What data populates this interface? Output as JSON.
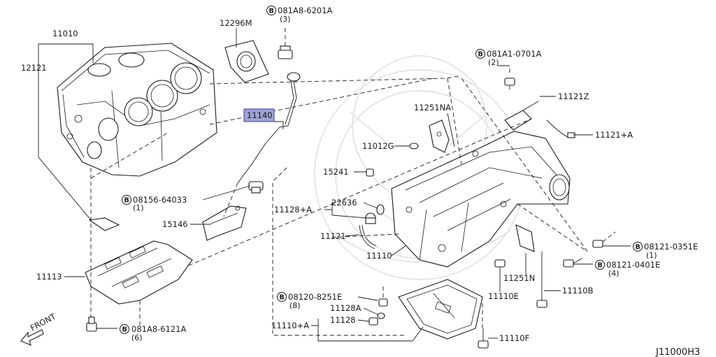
{
  "diagram": {
    "labels": {
      "p11010": "11010",
      "p12121": "12121",
      "p12296m": "12296M",
      "bolt_top": "081A8-6201A",
      "bolt_top_qty": "(3)",
      "p11140": "11140",
      "p08156": "08156-64033",
      "p08156_qty": "(1)",
      "p15146": "15146",
      "p11113": "11113",
      "bolt_bottom": "081A8-6121A",
      "bolt_bottom_qty": "(6)",
      "bolt_upper_right": "081A1-0701A",
      "bolt_upper_right_qty": "(2)",
      "p11121z": "11121Z",
      "p11251na": "11251NA",
      "p11121a": "11121+A",
      "p11012g": "11012G",
      "p15241": "15241",
      "p22636": "22636",
      "p11128a_plus": "11128+A",
      "p11121": "11121",
      "p11110": "11110",
      "bolt_0351e": "08121-0351E",
      "bolt_0351e_qty": "(1)",
      "bolt_0401e": "08121-0401E",
      "bolt_0401e_qty": "(4)",
      "p11251n": "11251N",
      "p11110e": "11110E",
      "p11110b": "11110B",
      "bolt_8251e": "08120-8251E",
      "bolt_8251e_qty": "(8)",
      "p11128a": "11128A",
      "p11128": "11128",
      "p11110a": "11110+A",
      "p11110f": "11110F",
      "front": "FRONT",
      "diagram_id": "J11000H3",
      "bolt_marker": "B"
    },
    "highlight_color": "#9ea2d6"
  }
}
